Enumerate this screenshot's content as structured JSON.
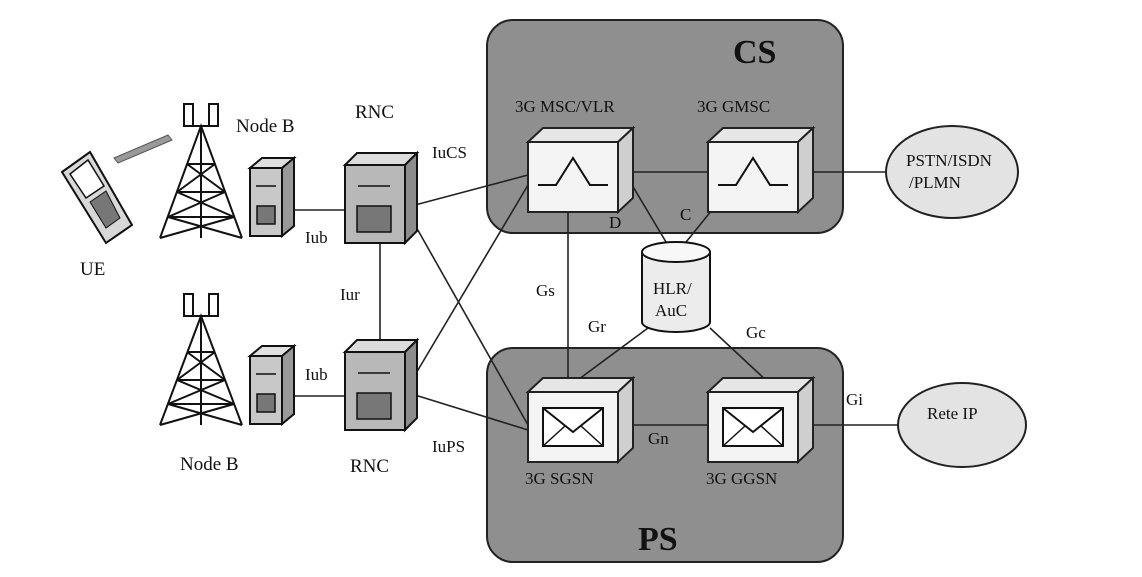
{
  "domains": {
    "cs_label": "CS",
    "ps_label": "PS"
  },
  "nodes": {
    "ue": "UE",
    "node_b_top": "Node B",
    "node_b_bottom": "Node B",
    "rnc_top": "RNC",
    "rnc_bottom": "RNC",
    "msc_vlr": "3G MSC/VLR",
    "gmsc": "3G  GMSC",
    "sgsn": "3G SGSN",
    "ggsn": "3G GGSN",
    "hlr_line1": "HLR/",
    "hlr_line2": "AuC",
    "pstn_line1": "PSTN/ISDN",
    "pstn_line2": "/PLMN",
    "rete_ip": "Rete IP"
  },
  "interfaces": {
    "iub_top": "Iub",
    "iub_bottom": "Iub",
    "iur": "Iur",
    "iucs": "IuCS",
    "iups": "IuPS",
    "d": "D",
    "c": "C",
    "gs": "Gs",
    "gr": "Gr",
    "gc": "Gc",
    "gn": "Gn",
    "gi": "Gi"
  }
}
